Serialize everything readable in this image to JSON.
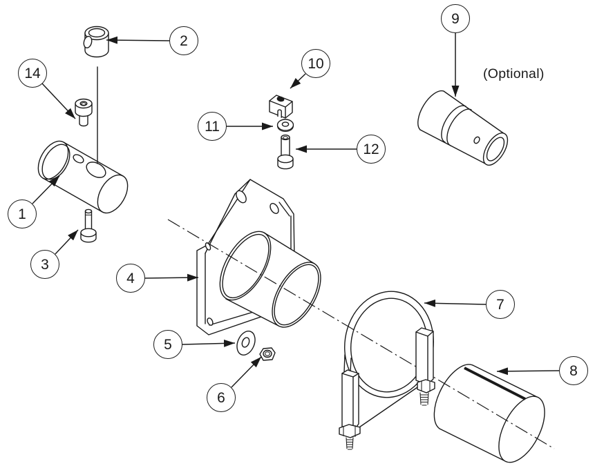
{
  "diagram": {
    "optional_label": "(Optional)",
    "colors": {
      "ink": "#1a1a1a",
      "background": "#ffffff"
    },
    "callouts": [
      {
        "number": "1",
        "part": "mount-tube-cylinder"
      },
      {
        "number": "2",
        "part": "drilled-pivot-cylinder"
      },
      {
        "number": "3",
        "part": "socket-head-screw"
      },
      {
        "number": "4",
        "part": "flange-tube-bracket"
      },
      {
        "number": "5",
        "part": "flat-washer"
      },
      {
        "number": "6",
        "part": "hex-nut"
      },
      {
        "number": "7",
        "part": "u-bolt-clamp"
      },
      {
        "number": "8",
        "part": "slotted-cylinder"
      },
      {
        "number": "9",
        "part": "optional-muffler"
      },
      {
        "number": "10",
        "part": "clamp-block"
      },
      {
        "number": "11",
        "part": "flat-washer"
      },
      {
        "number": "12",
        "part": "socket-head-screw"
      },
      {
        "number": "14",
        "part": "socket-head-screw"
      }
    ]
  }
}
